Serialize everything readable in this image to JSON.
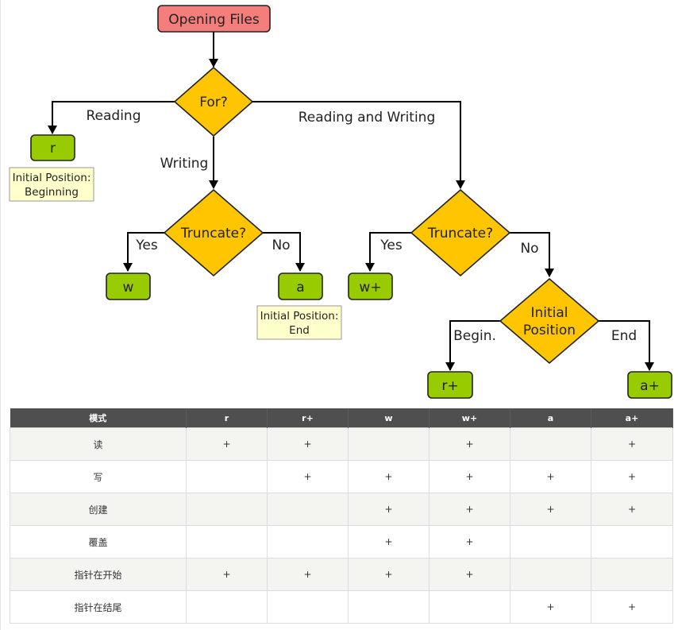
{
  "flowchart": {
    "start": "Opening Files",
    "for_question": "For?",
    "label_reading": "Reading",
    "label_writing": "Writing",
    "label_reading_writing": "Reading and Writing",
    "mode_r": "r",
    "note_r_line1": "Initial Position:",
    "note_r_line2": "Beginning",
    "truncate_w": "Truncate?",
    "yes_w": "Yes",
    "no_w": "No",
    "mode_w": "w",
    "mode_a": "a",
    "note_a_line1": "Initial Position:",
    "note_a_line2": "End",
    "truncate_rw": "Truncate?",
    "yes_rw": "Yes",
    "no_rw": "No",
    "mode_wplus": "w+",
    "initial_line1": "Initial",
    "initial_line2": "Position",
    "label_begin": "Begin.",
    "label_end": "End",
    "mode_rplus": "r+",
    "mode_aplus": "a+",
    "colors": {
      "terminal": "#f47e7c",
      "decision": "#ffc600",
      "mode": "#99cc00",
      "note": "#ffffcc"
    }
  },
  "table": {
    "headers": [
      "模式",
      "r",
      "r+",
      "w",
      "w+",
      "a",
      "a+"
    ],
    "rows": [
      [
        "读",
        "+",
        "+",
        "",
        "+",
        "",
        "+"
      ],
      [
        "写",
        "",
        "+",
        "+",
        "+",
        "+",
        "+"
      ],
      [
        "创建",
        "",
        "",
        "+",
        "+",
        "+",
        "+"
      ],
      [
        "覆盖",
        "",
        "",
        "+",
        "+",
        "",
        ""
      ],
      [
        "指针在开始",
        "+",
        "+",
        "+",
        "+",
        "",
        ""
      ],
      [
        "指针在结尾",
        "",
        "",
        "",
        "",
        "+",
        "+"
      ]
    ]
  }
}
